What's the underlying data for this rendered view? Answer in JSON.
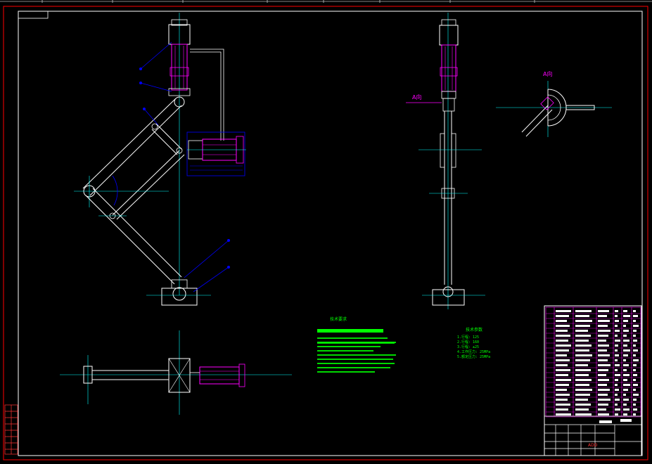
{
  "colors": {
    "background": "#000000",
    "outer_border": "#ff0000",
    "frame": "#ffffff",
    "centerline": "#00ffff",
    "hidden_detail": "#ff00ff",
    "leader": "#0000ff",
    "notes_text": "#00ff00"
  },
  "view_labels": {
    "section_a_top": "A向",
    "section_a_side": "A向"
  },
  "notes_box": {
    "title": "技术要求"
  },
  "params_box": {
    "title": "技术参数",
    "lines": [
      "1.行程: 125",
      "2.行程: 160",
      "3.行程: ±25",
      "4.工作压力: 25MPa",
      "5.额定压力: 25MPa"
    ]
  },
  "title_block": {
    "drawing_number": "ADD"
  }
}
